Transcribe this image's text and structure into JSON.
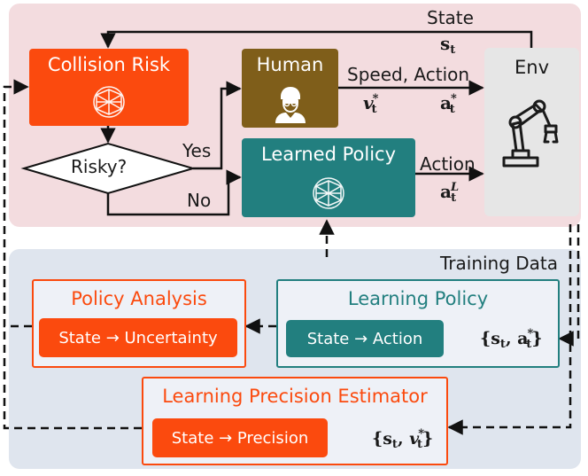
{
  "top_panel": {
    "collision_risk": "Collision Risk",
    "risky_question": "Risky?",
    "yes": "Yes",
    "no": "No",
    "human": "Human",
    "learned_policy": "Learned Policy",
    "env": "Env",
    "state_label": "State",
    "state_symbol": "s",
    "state_sub": "t",
    "speed_action_label": "Speed, Action",
    "speed_symbol": "v",
    "speed_sub": "t",
    "speed_sup": "*",
    "action_star_symbol": "a",
    "action_star_sub": "t",
    "action_star_sup": "*",
    "action_label": "Action",
    "action_l_symbol": "a",
    "action_l_sub": "t",
    "action_l_sup": "L"
  },
  "bottom_panel": {
    "training_data": "Training Data",
    "policy_analysis": "Policy Analysis",
    "policy_analysis_pill": "State → Uncertainty",
    "learning_policy": "Learning Policy",
    "learning_policy_pill": "State → Action",
    "learning_policy_data": "{s, a*}",
    "precision_estimator": "Learning Precision Estimator",
    "precision_pill": "State → Precision",
    "precision_data": "{s, v*}"
  },
  "colors": {
    "orange": "#fb4a0e",
    "brown": "#7f5e1a",
    "teal": "#227f7f",
    "env_gray": "#e6e6e6",
    "top_panel_bg": "#f3dcdf",
    "bottom_panel_bg": "#dfe5ee"
  },
  "icons": [
    "neural-network-icon",
    "person-icon",
    "robot-arm-icon"
  ]
}
